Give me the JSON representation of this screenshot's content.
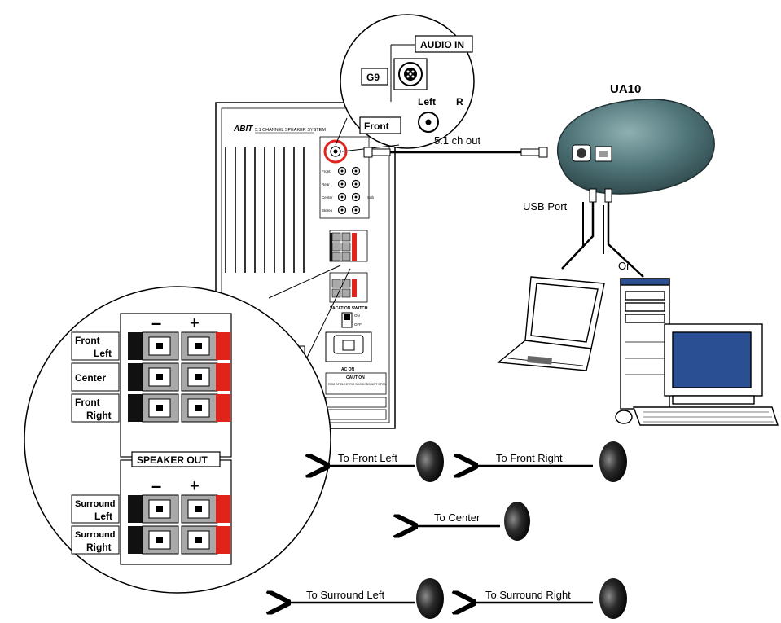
{
  "device": {
    "title": "UA10",
    "cable_label": "5.1 ch out",
    "usb_label": "USB Port",
    "or_label": "Or"
  },
  "speaker_system": {
    "brand": "ABIT",
    "model": "5.1 CHANNEL SPEAKER SYSTEM",
    "inputs": [
      "Front",
      "Rear",
      "Center",
      "Sub",
      "Stereo"
    ],
    "vacation_switch": "VACATION SWITCH",
    "on": "ON",
    "off": "OFF",
    "ac_on": "AC ON",
    "caution": "CAUTION",
    "caution_text": "RISK OF ELECTRIC SHOCK DO NOT OPEN"
  },
  "zoom_top": {
    "audio_in": "AUDIO IN",
    "port": "G9",
    "left": "Left",
    "right": "R",
    "front": "Front"
  },
  "zoom_panel": {
    "minus": "–",
    "plus": "+",
    "rows_top": [
      {
        "line1": "Front",
        "line2": "Left"
      },
      {
        "line1": "Center",
        "line2": ""
      },
      {
        "line1": "Front",
        "line2": "Right"
      }
    ],
    "speaker_out": "SPEAKER OUT",
    "rows_bottom": [
      {
        "line1": "Surround",
        "line2": "Left"
      },
      {
        "line1": "Surround",
        "line2": "Right"
      }
    ]
  },
  "routes": {
    "front_left": "To Front Left",
    "front_right": "To Front Right",
    "center": "To Center",
    "surround_left": "To Surround Left",
    "surround_right": "To Surround Right"
  },
  "colors": {
    "device_body": "#4f7478",
    "terminal_red": "#e0231b",
    "terminal_black": "#111111",
    "terminal_gray": "#a9a9a9",
    "highlight_ring": "#e0231b",
    "screen_blue": "#2a4f93"
  }
}
